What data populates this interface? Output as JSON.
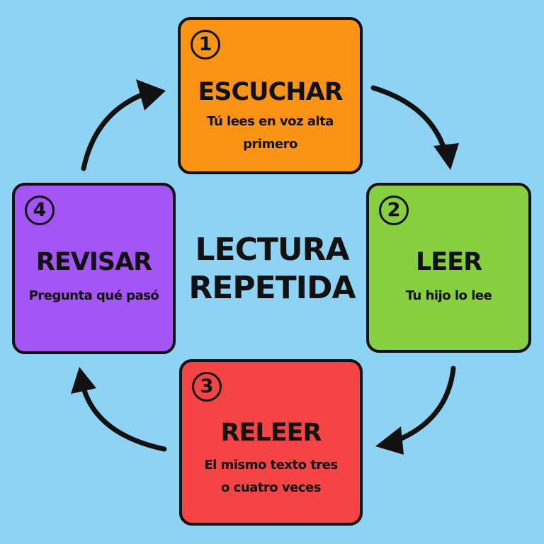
{
  "diagram": {
    "background_color": "#8fd3f4",
    "center": {
      "line1": "LECTURA",
      "line2": "REPETIDA"
    },
    "steps": [
      {
        "number": "1",
        "title": "ESCUCHAR",
        "description": "Tú lees en voz alta primero",
        "color": "#fb9414"
      },
      {
        "number": "2",
        "title": "LEER",
        "description": "Tu hijo lo lee",
        "color": "#86cf3e"
      },
      {
        "number": "3",
        "title": "RELEER",
        "description": "El mismo texto tres o cuatro veces",
        "color": "#f64444"
      },
      {
        "number": "4",
        "title": "REVISAR",
        "description": "Pregunta qué pasó",
        "color": "#a355f6"
      }
    ],
    "arrow_color": "#111111"
  }
}
